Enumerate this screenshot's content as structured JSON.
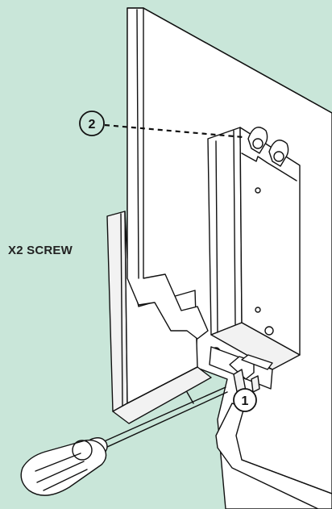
{
  "diagram": {
    "label": "X2 SCREW",
    "callouts": [
      {
        "id": "callout-1",
        "number": "1"
      },
      {
        "id": "callout-2",
        "number": "2"
      }
    ]
  }
}
